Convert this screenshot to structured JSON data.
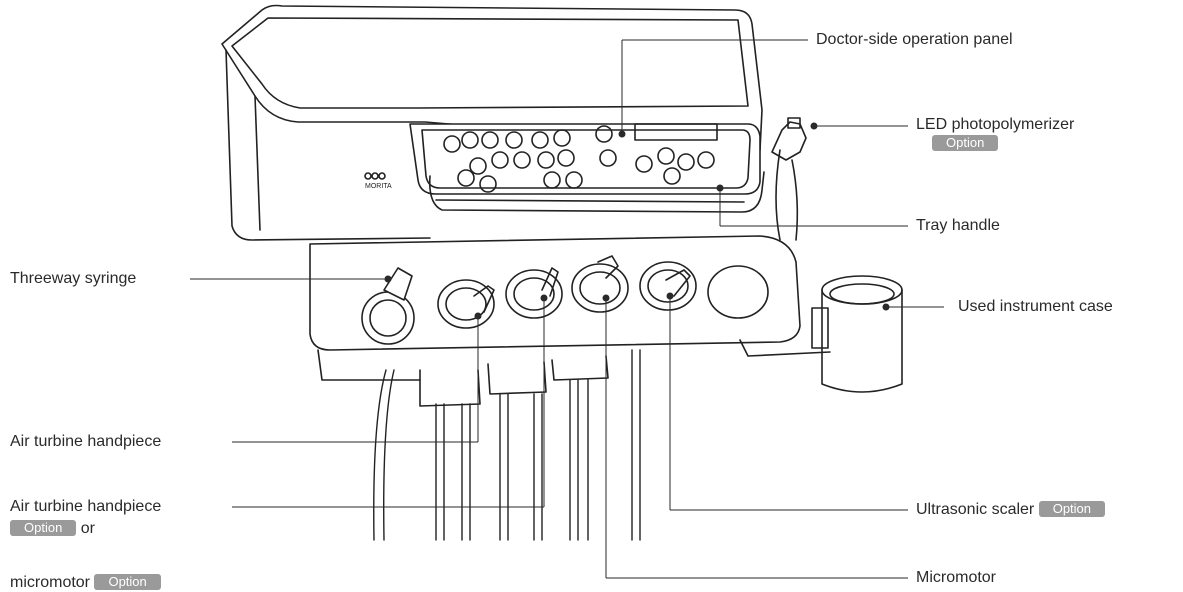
{
  "labels": {
    "doctor_panel": "Doctor-side operation panel",
    "led": "LED photopolymerizer",
    "tray_handle": "Tray handle",
    "threeway": "Threeway syringe",
    "used_case": "Used instrument case",
    "air_turbine": "Air turbine handpiece",
    "air_turbine2": "Air turbine handpiece",
    "or_word": "or",
    "micromotor_opt": "micromotor",
    "ultrasonic": "Ultrasonic scaler",
    "micromotor": "Micromotor"
  },
  "option_badge": "Option",
  "brand": "MORITA",
  "colors": {
    "line": "#2a2a2a",
    "badge": "#9a9a9a"
  }
}
